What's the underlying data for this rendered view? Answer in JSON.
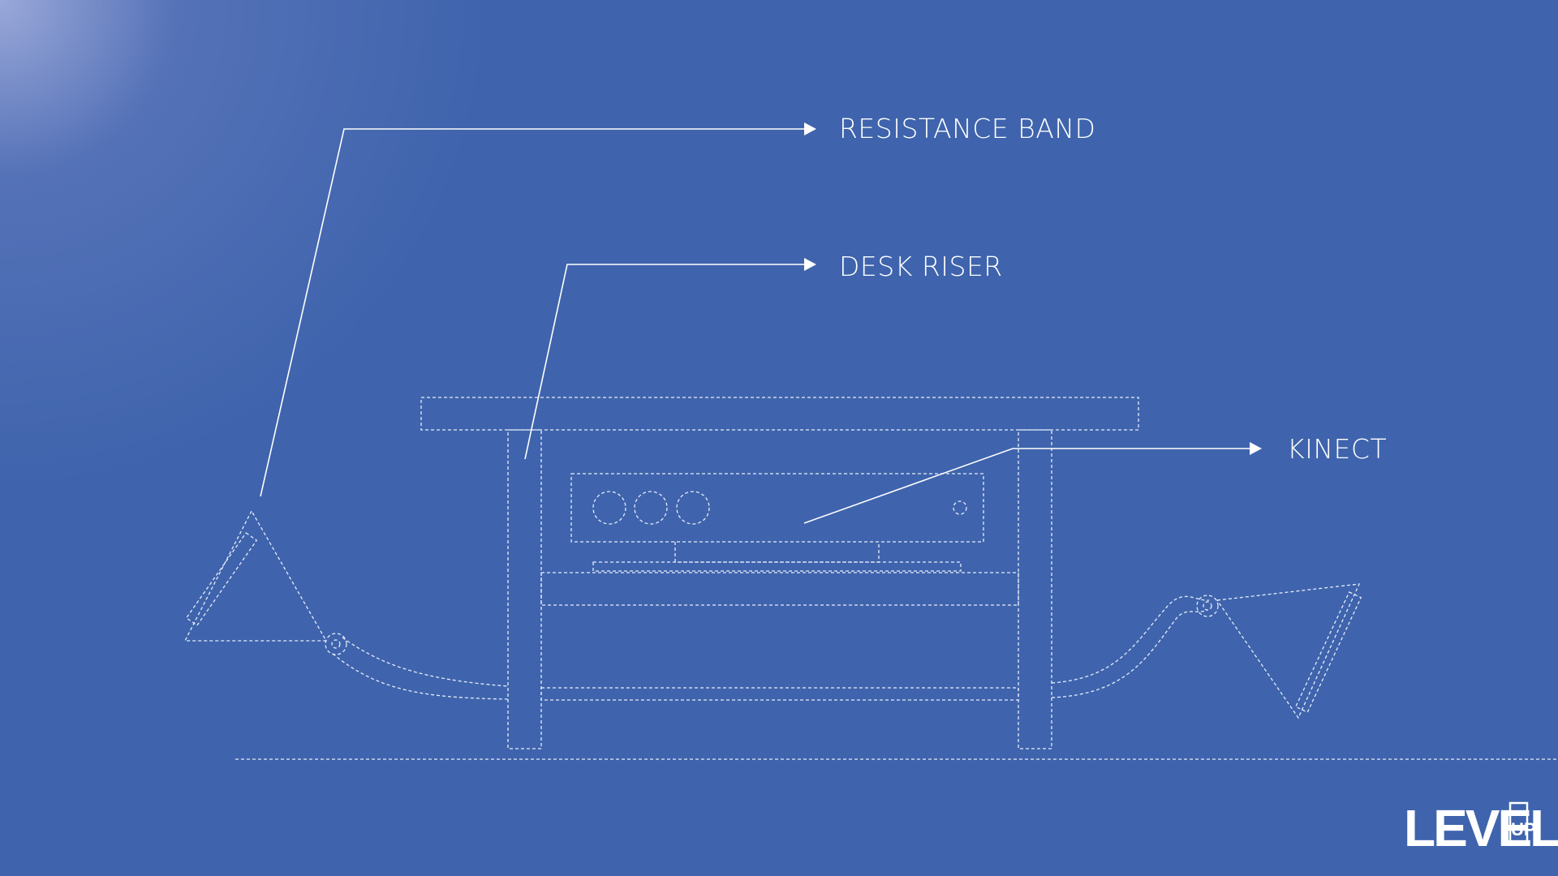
{
  "labels": {
    "resistance_band": "RESISTANCE BAND",
    "desk_riser": "DESK RISER",
    "kinect": "KINECT"
  },
  "logo": {
    "main": "LEVEL",
    "sub": "UP"
  },
  "colors": {
    "background": "#3f64ad",
    "line": "#ffffff"
  }
}
